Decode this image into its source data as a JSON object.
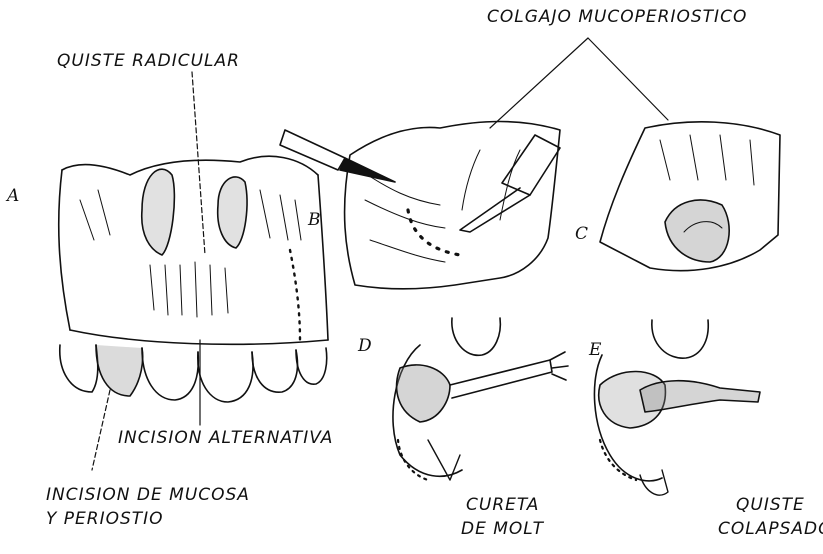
{
  "panel_labels": {
    "a": "A",
    "b": "B",
    "c": "C",
    "d": "D",
    "e": "E"
  },
  "labels": {
    "colgajo": "COLGAJO MUCOPERIOSTICO",
    "quiste_radicular": "QUISTE RADICULAR",
    "incision_alternativa": "INCISION ALTERNATIVA",
    "incision_mucosa_1": "INCISION DE MUCOSA",
    "incision_mucosa_2": "Y PERIOSTIO",
    "cureta_1": "CURETA",
    "cureta_2": "DE MOLT",
    "quiste_colapsado_1": "QUISTE",
    "quiste_colapsado_2": "COLAPSADO"
  },
  "colors": {
    "ink": "#111111",
    "background": "#ffffff"
  }
}
